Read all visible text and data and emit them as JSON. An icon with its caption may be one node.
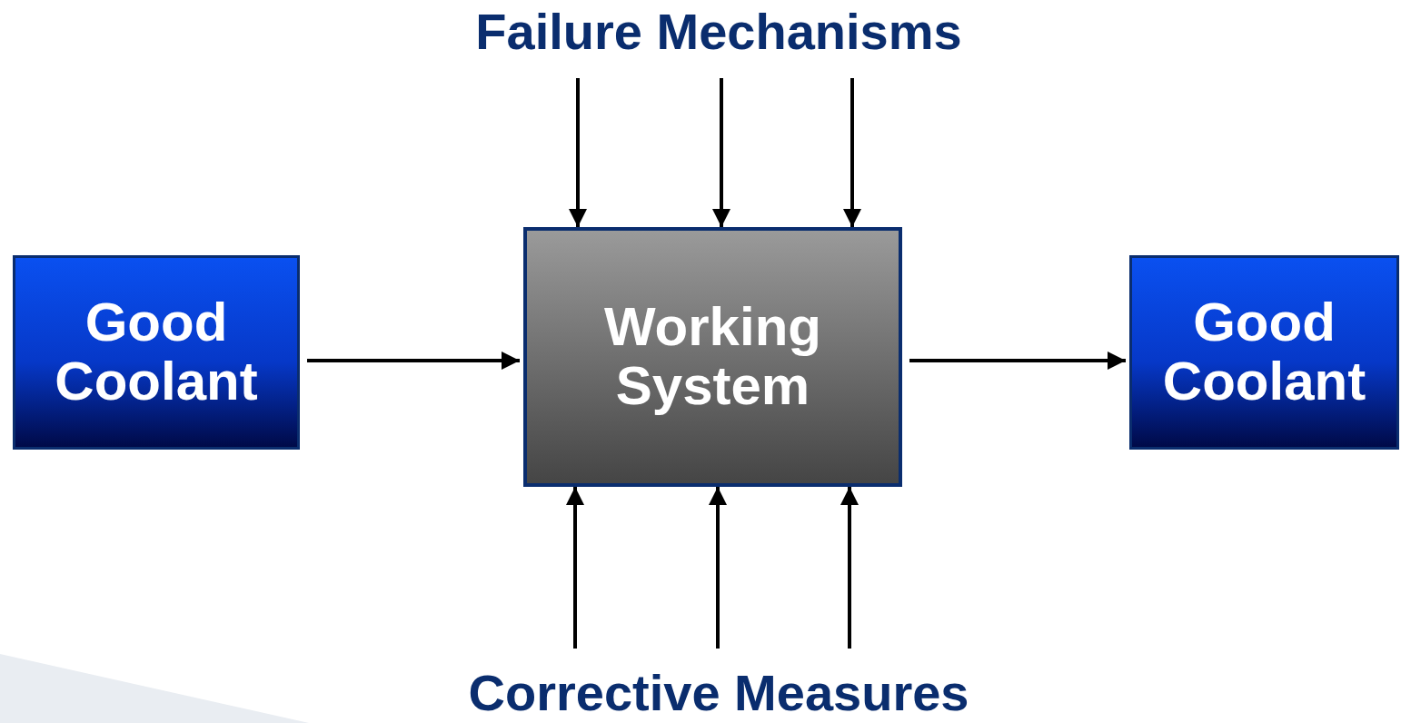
{
  "diagram": {
    "nodes": [
      {
        "text": [
          "Failure Mechanisms"
        ]
      },
      {
        "text": [
          "Good Coolant"
        ]
      },
      {
        "text": [
          "Working System"
        ]
      },
      {
        "text": [
          "Good Coolant"
        ]
      },
      {
        "text": [
          "Corrective Measures"
        ]
      }
    ],
    "edges": [
      {
        "from": 1,
        "to": 2,
        "arrow": "to"
      },
      {
        "from": 2,
        "to": 3,
        "arrow": "to"
      },
      {
        "from": 0,
        "to": 2,
        "arrow": "to"
      },
      {
        "from": 0,
        "to": 2,
        "arrow": "to"
      },
      {
        "from": 0,
        "to": 2,
        "arrow": "to"
      },
      {
        "from": 4,
        "to": 2,
        "arrow": "to"
      },
      {
        "from": 4,
        "to": 2,
        "arrow": "to"
      },
      {
        "from": 4,
        "to": 2,
        "arrow": "to"
      }
    ]
  }
}
